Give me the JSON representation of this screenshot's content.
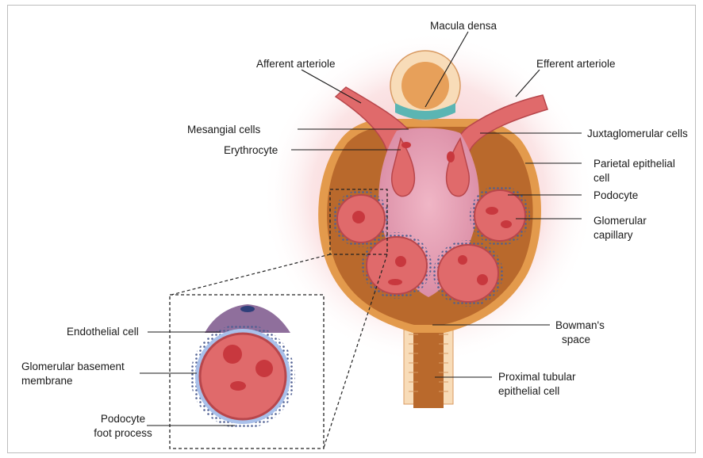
{
  "labels": {
    "macula_densa": "Macula densa",
    "afferent_arteriole": "Afferent arteriole",
    "efferent_arteriole": "Efferent arteriole",
    "mesangial_cells": "Mesangial cells",
    "juxtaglomerular_cells": "Juxtaglomerular cells",
    "erythrocyte": "Erythrocyte",
    "parietal_epithelial_line1": "Parietal epithelial",
    "parietal_epithelial_line2": "cell",
    "podocyte": "Podocyte",
    "glomerular_capillary_line1": "Glomerular",
    "glomerular_capillary_line2": "capillary",
    "bowmans_space_line1": "Bowman's",
    "bowmans_space_line2": "space",
    "proximal_tubular_line1": "Proximal tubular",
    "proximal_tubular_line2": "epithelial cell",
    "endothelial_cell": "Endothelial cell",
    "gbm_line1": "Glomerular basement",
    "gbm_line2": "membrane",
    "podocyte_foot_line1": "Podocyte",
    "podocyte_foot_line2": "foot process"
  },
  "colors": {
    "capsule_outer": "#e39a4c",
    "bowmans_space": "#b9692c",
    "capillary": "#e06a6b",
    "erythrocyte": "#c8383e",
    "mesangium": "#e8a2b6",
    "podocyte": "#6f7fb0",
    "basement_membrane": "#a9c0ea",
    "glow": "#f2a4aa",
    "tubule_cell": "#f8dcb8",
    "macula_densa": "#5bb5b3"
  }
}
